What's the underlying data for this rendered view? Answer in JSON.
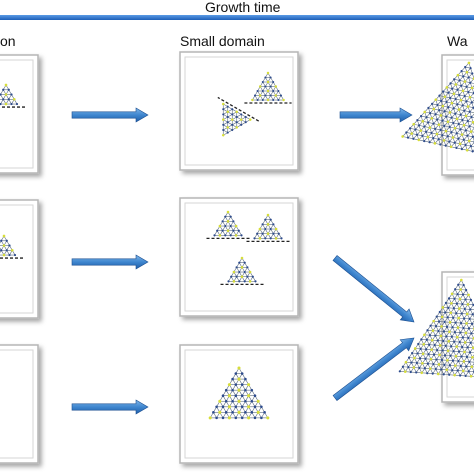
{
  "header": {
    "title": "Growth time"
  },
  "stages": {
    "left": "on",
    "middle": "Small domain",
    "right": "Wa"
  },
  "colors": {
    "bar_blue": "#2a6ed0",
    "arrow_blue": "#3f86cf",
    "atom_dark": "#2c4a8c",
    "atom_yellow": "#d6dd3a",
    "panel_edge": "#b5b5b5",
    "bond": "#5b6b7f"
  },
  "icons": [
    "right-arrow-icon",
    "diagonal-arrow-icon",
    "triangle-crystal-icon"
  ]
}
